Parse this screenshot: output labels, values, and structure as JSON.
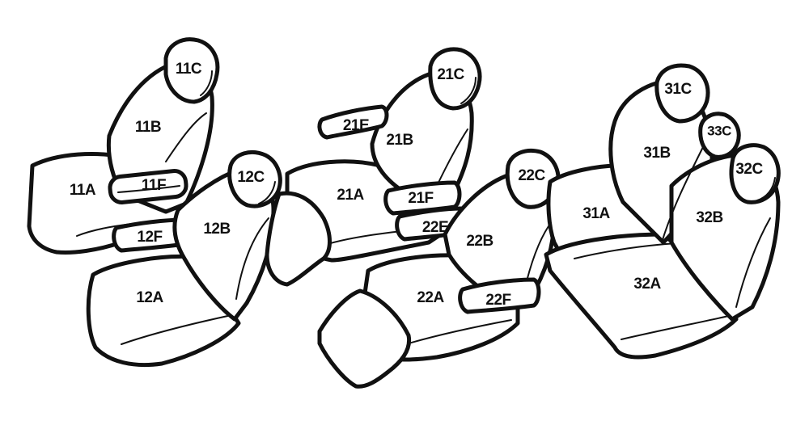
{
  "labels": {
    "s11A": "11A",
    "s11B": "11B",
    "s11C": "11C",
    "s11F": "11F",
    "s12A": "12A",
    "s12B": "12B",
    "s12C": "12C",
    "s12F": "12F",
    "s21A": "21A",
    "s21B": "21B",
    "s21C": "21C",
    "s21E": "21E",
    "s21F": "21F",
    "s22A": "22A",
    "s22B": "22B",
    "s22C": "22C",
    "s22E": "22E",
    "s22F": "22F",
    "s31A": "31A",
    "s31B": "31B",
    "s31C": "31C",
    "s32A": "32A",
    "s32B": "32B",
    "s32C": "32C",
    "s33C": "33C"
  }
}
